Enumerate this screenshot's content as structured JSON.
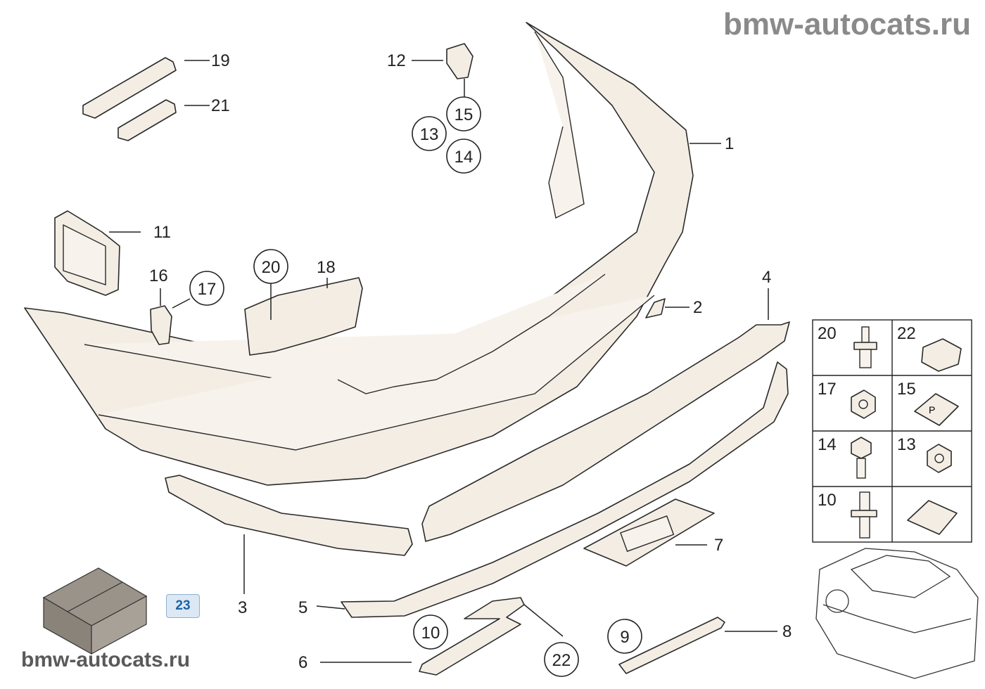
{
  "watermark": {
    "top": "bmw-autocats.ru",
    "bottom": "bmw-autocats.ru"
  },
  "badge": {
    "label": "23"
  },
  "callouts": {
    "c1": "1",
    "c2": "2",
    "c3": "3",
    "c4": "4",
    "c5": "5",
    "c6": "6",
    "c7": "7",
    "c8": "8",
    "c11": "11",
    "c12": "12",
    "c16": "16",
    "c18": "18",
    "c19": "19",
    "c21": "21"
  },
  "circled": {
    "c9": "9",
    "c10": "10",
    "c13": "13",
    "c14": "14",
    "c15": "15",
    "c17": "17",
    "c20": "20",
    "c22": "22"
  },
  "fastener_grid": {
    "cells": [
      "20",
      "22",
      "17",
      "15",
      "14",
      "13",
      "10",
      ""
    ]
  }
}
